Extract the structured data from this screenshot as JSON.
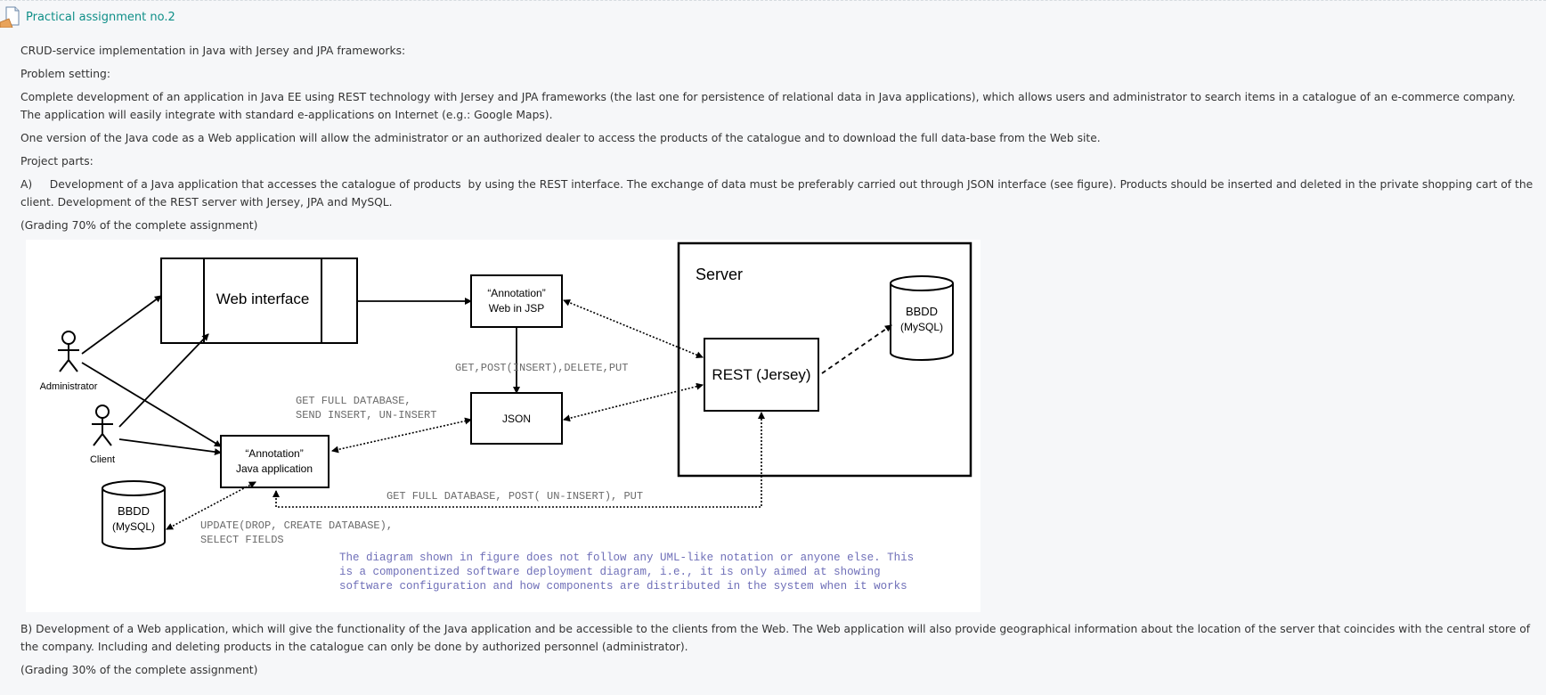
{
  "header": {
    "title": "Practical assignment no.2",
    "icon": "document-icon"
  },
  "body": {
    "p1": "CRUD-service implementation in Java with Jersey and JPA frameworks:",
    "p2": "Problem setting:",
    "p3": "Complete development of an application in Java EE using REST technology with Jersey and JPA frameworks (the last one for persistence of relational data in Java applications), which allows users and administrator to search items in a catalogue of an e-commerce company. The application will easily integrate with standard e-applications on Internet (e.g.: Google Maps).",
    "p4": "One version of the Java code as a Web application will allow the administrator or an authorized dealer to access the products of the catalogue and to download the full data-base from the Web site.",
    "p5": "Project parts:",
    "p6": "A)     Development of a Java application that accesses the catalogue of products  by using the REST interface. The exchange of data must be preferably carried out through JSON interface (see figure). Products should be inserted and deleted in the private shopping cart of the client. Development of the REST server with Jersey, JPA and MySQL.",
    "p7": "(Grading 70% of the complete assignment)",
    "p8": "B) Development of a Web application, which will give the functionality of the Java application and be accessible to the clients from the Web. The Web application will also provide geographical information about the  location of the server that coincides with the central store of the company. Including and deleting products in the catalogue can only be done by authorized personnel (administrator).",
    "p9": "(Grading 30% of the complete assignment)"
  },
  "diagram": {
    "web_interface": "Web interface",
    "annotation_web_1": "“Annotation”",
    "annotation_web_2": "Web in JSP",
    "server": "Server",
    "bbdd_server_1": "BBDD",
    "bbdd_server_2": "(MySQL)",
    "rest": "REST (Jersey)",
    "get_post": "GET,POST(INSERT),DELETE,PUT",
    "administrator": "Administrator",
    "get_full_1": "GET FULL DATABASE,",
    "get_full_2": "SEND INSERT, UN-INSERT",
    "json": "JSON",
    "client": "Client",
    "annotation_java_1": "“Annotation”",
    "annotation_java_2": "Java application",
    "get_full_post": "GET FULL DATABASE, POST( UN-INSERT), PUT",
    "bbdd_local_1": "BBDD",
    "bbdd_local_2": "(MySQL)",
    "update_1": "UPDATE(DROP, CREATE DATABASE),",
    "update_2": "SELECT FIELDS",
    "note_1": "The diagram shown in figure does not follow any UML-like notation or anyone else. This",
    "note_2": "is a componentized software deployment diagram, i.e., it is only aimed at showing",
    "note_3": "software configuration and how components are distributed in the system when it works",
    "note_color": "#6f6fb8"
  }
}
